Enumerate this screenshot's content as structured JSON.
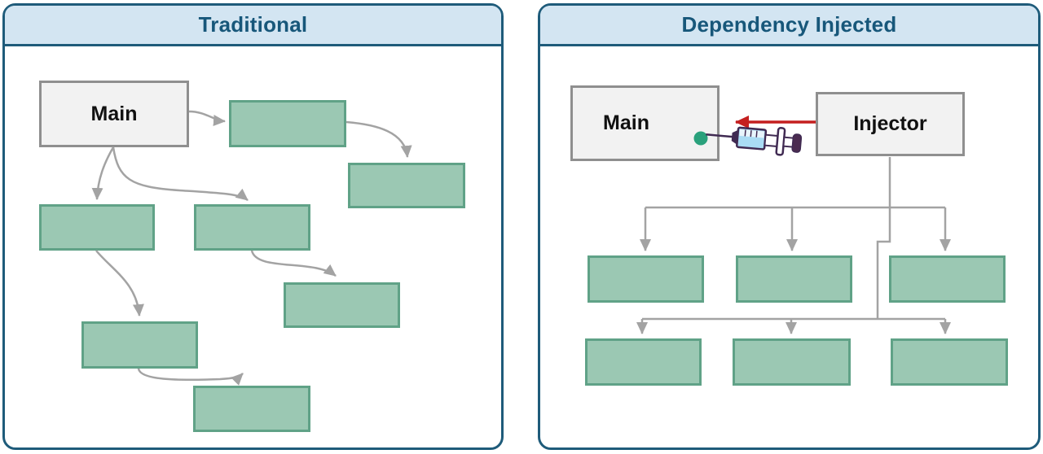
{
  "diagram": {
    "left_panel": {
      "title": "Traditional",
      "main_label": "Main",
      "dependency_box_count": 7
    },
    "right_panel": {
      "title": "Dependency Injected",
      "main_label": "Main",
      "injector_label": "Injector",
      "dependency_box_count": 6
    }
  },
  "icons": {
    "syringe": "syringe-icon",
    "dependency_dot": "dependency-dot-icon",
    "injection_arrow": "left-arrow-icon"
  },
  "colors": {
    "panel_border": "#1e5b7a",
    "header_bg": "#d3e5f2",
    "header_text": "#17577a",
    "node_fill": "#9bc8b3",
    "node_border": "#60a287",
    "root_fill": "#f2f2f2",
    "root_border": "#8f8f8f",
    "connector": "#a3a3a3",
    "injection_arrow": "#c41f1f",
    "dependency_dot": "#2aa17c",
    "syringe_outline": "#402a52",
    "syringe_barrel": "#aadcf4"
  }
}
